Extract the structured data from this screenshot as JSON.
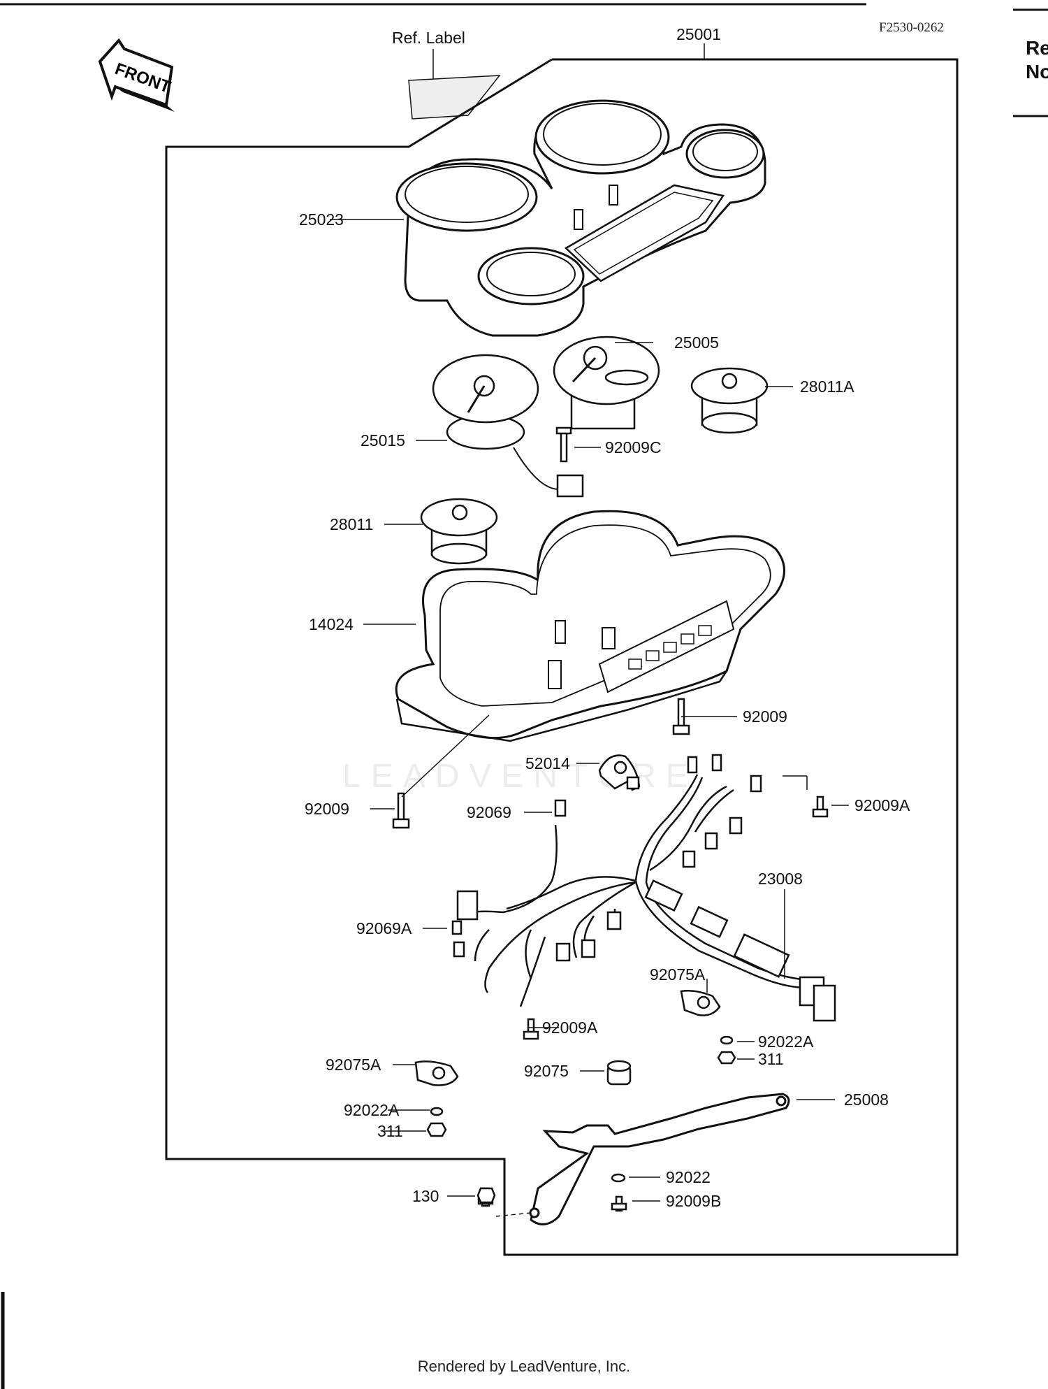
{
  "diagram": {
    "code": "F2530-0262",
    "front_label": "FRONT",
    "ref_label": "Ref. Label",
    "watermark": "LEADVENTURE",
    "side_header": [
      "Re",
      "No"
    ],
    "parts": [
      {
        "id": "25001"
      },
      {
        "id": "25023"
      },
      {
        "id": "25005"
      },
      {
        "id": "28011A"
      },
      {
        "id": "25015"
      },
      {
        "id": "92009C"
      },
      {
        "id": "28011"
      },
      {
        "id": "14024"
      },
      {
        "id": "92009"
      },
      {
        "id": "52014"
      },
      {
        "id": "92009"
      },
      {
        "id": "92069"
      },
      {
        "id": "92009A"
      },
      {
        "id": "23008"
      },
      {
        "id": "92069A"
      },
      {
        "id": "92075A"
      },
      {
        "id": "92009A"
      },
      {
        "id": "92022A"
      },
      {
        "id": "311"
      },
      {
        "id": "92075A"
      },
      {
        "id": "92075"
      },
      {
        "id": "25008"
      },
      {
        "id": "92022A"
      },
      {
        "id": "311"
      },
      {
        "id": "92022"
      },
      {
        "id": "130"
      },
      {
        "id": "92009B"
      }
    ]
  },
  "footer": "Rendered by LeadVenture, Inc."
}
